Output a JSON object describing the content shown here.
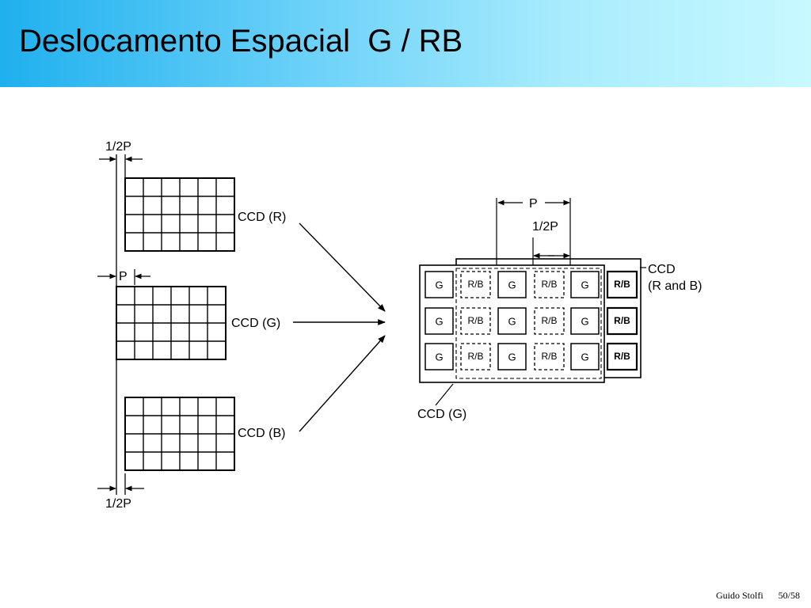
{
  "slide": {
    "title": "Deslocamento Espacial  G / RB",
    "author": "Guido Stolfi",
    "page": "50/58"
  },
  "diagram": {
    "left": {
      "half_p_top": "1/2P",
      "p_label": "P",
      "half_p_bottom": "1/2P",
      "ccds": [
        {
          "label": "CCD (R)"
        },
        {
          "label": "CCD (G)"
        },
        {
          "label": "CCD (B)"
        }
      ]
    },
    "right": {
      "p_label": "P",
      "half_p_label": "1/2P",
      "ccd_rb_label_line1": "CCD",
      "ccd_rb_label_line2": "(R and B)",
      "ccd_g_label": "CCD (G)",
      "g_cell_label": "G",
      "rb_cell_label": "R/B"
    }
  }
}
